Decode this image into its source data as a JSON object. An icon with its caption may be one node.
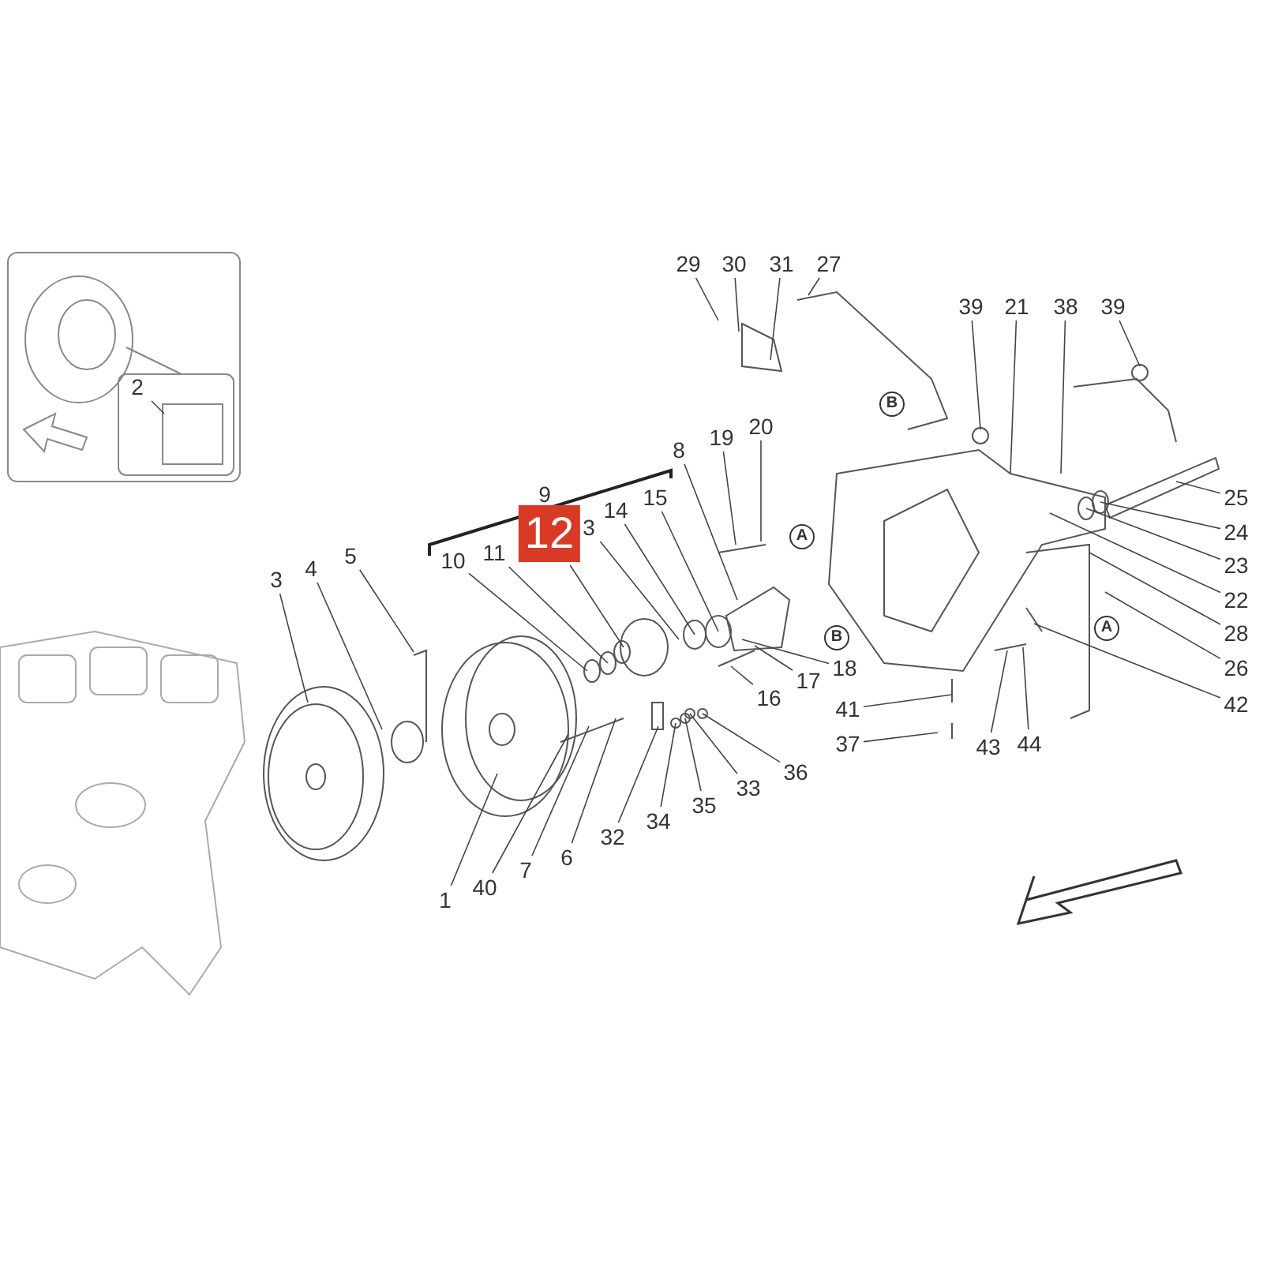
{
  "diagram": {
    "nodes": [
      {
        "text": [
          "29"
        ]
      },
      {
        "text": [
          "30"
        ]
      },
      {
        "text": [
          "31"
        ]
      },
      {
        "text": [
          "27"
        ]
      },
      {
        "text": [
          "39"
        ]
      },
      {
        "text": [
          "21"
        ]
      },
      {
        "text": [
          "38"
        ]
      },
      {
        "text": [
          "39"
        ]
      },
      {
        "text": [
          "2"
        ]
      },
      {
        "text": [
          "20"
        ]
      },
      {
        "text": [
          "19"
        ]
      },
      {
        "text": [
          "8"
        ]
      },
      {
        "text": [
          "9"
        ]
      },
      {
        "text": [
          "15"
        ]
      },
      {
        "text": [
          "25"
        ]
      },
      {
        "text": [
          "14"
        ]
      },
      {
        "text": [
          "3"
        ]
      },
      {
        "text": [
          "24"
        ]
      },
      {
        "text": [
          "12"
        ]
      },
      {
        "text": [
          "11"
        ]
      },
      {
        "text": [
          "5"
        ]
      },
      {
        "text": [
          "10"
        ]
      },
      {
        "text": [
          "23"
        ]
      },
      {
        "text": [
          "4"
        ]
      },
      {
        "text": [
          "3"
        ]
      },
      {
        "text": [
          "22"
        ]
      },
      {
        "text": [
          "28"
        ]
      },
      {
        "text": [
          "26"
        ]
      },
      {
        "text": [
          "18"
        ]
      },
      {
        "text": [
          "17"
        ]
      },
      {
        "text": [
          "16"
        ]
      },
      {
        "text": [
          "42"
        ]
      },
      {
        "text": [
          "41"
        ]
      },
      {
        "text": [
          "37"
        ]
      },
      {
        "text": [
          "43"
        ]
      },
      {
        "text": [
          "44"
        ]
      },
      {
        "text": [
          "36"
        ]
      },
      {
        "text": [
          "33"
        ]
      },
      {
        "text": [
          "35"
        ]
      },
      {
        "text": [
          "34"
        ]
      },
      {
        "text": [
          "32"
        ]
      },
      {
        "text": [
          "6"
        ]
      },
      {
        "text": [
          "7"
        ]
      },
      {
        "text": [
          "40"
        ]
      },
      {
        "text": [
          "1"
        ]
      }
    ],
    "edges": [
      {
        "from": 0,
        "to": null,
        "arrow": "none"
      },
      {
        "from": 1,
        "to": null,
        "arrow": "none"
      },
      {
        "from": 2,
        "to": null,
        "arrow": "none"
      },
      {
        "from": 3,
        "to": null,
        "arrow": "none"
      },
      {
        "from": 4,
        "to": null,
        "arrow": "none"
      },
      {
        "from": 5,
        "to": null,
        "arrow": "none"
      },
      {
        "from": 6,
        "to": null,
        "arrow": "none"
      },
      {
        "from": 7,
        "to": null,
        "arrow": "none"
      },
      {
        "from": 8,
        "to": null,
        "arrow": "none"
      },
      {
        "from": 9,
        "to": null,
        "arrow": "none"
      },
      {
        "from": 10,
        "to": null,
        "arrow": "none"
      },
      {
        "from": 11,
        "to": null,
        "arrow": "none"
      },
      {
        "from": 13,
        "to": null,
        "arrow": "none"
      },
      {
        "from": 14,
        "to": null,
        "arrow": "none"
      },
      {
        "from": 15,
        "to": null,
        "arrow": "none"
      },
      {
        "from": 16,
        "to": null,
        "arrow": "none"
      },
      {
        "from": 17,
        "to": null,
        "arrow": "none"
      },
      {
        "from": 18,
        "to": null,
        "arrow": "none"
      },
      {
        "from": 19,
        "to": null,
        "arrow": "none"
      },
      {
        "from": 20,
        "to": null,
        "arrow": "none"
      },
      {
        "from": 21,
        "to": null,
        "arrow": "none"
      },
      {
        "from": 22,
        "to": null,
        "arrow": "none"
      },
      {
        "from": 23,
        "to": null,
        "arrow": "none"
      },
      {
        "from": 24,
        "to": null,
        "arrow": "none"
      },
      {
        "from": 25,
        "to": null,
        "arrow": "none"
      },
      {
        "from": 26,
        "to": null,
        "arrow": "none"
      },
      {
        "from": 27,
        "to": null,
        "arrow": "none"
      },
      {
        "from": 28,
        "to": null,
        "arrow": "none"
      },
      {
        "from": 29,
        "to": null,
        "arrow": "none"
      },
      {
        "from": 30,
        "to": null,
        "arrow": "none"
      },
      {
        "from": 31,
        "to": null,
        "arrow": "none"
      },
      {
        "from": 32,
        "to": null,
        "arrow": "none"
      },
      {
        "from": 33,
        "to": null,
        "arrow": "none"
      },
      {
        "from": 34,
        "to": null,
        "arrow": "none"
      },
      {
        "from": 35,
        "to": null,
        "arrow": "none"
      },
      {
        "from": 36,
        "to": null,
        "arrow": "none"
      },
      {
        "from": 37,
        "to": null,
        "arrow": "none"
      },
      {
        "from": 38,
        "to": null,
        "arrow": "none"
      },
      {
        "from": 39,
        "to": null,
        "arrow": "none"
      },
      {
        "from": 40,
        "to": null,
        "arrow": "none"
      },
      {
        "from": 41,
        "to": null,
        "arrow": "none"
      },
      {
        "from": 42,
        "to": null,
        "arrow": "none"
      },
      {
        "from": 43,
        "to": null,
        "arrow": "none"
      },
      {
        "from": 44,
        "to": null,
        "arrow": "none"
      }
    ],
    "labels": [
      "B",
      "A",
      "A",
      "B"
    ]
  }
}
